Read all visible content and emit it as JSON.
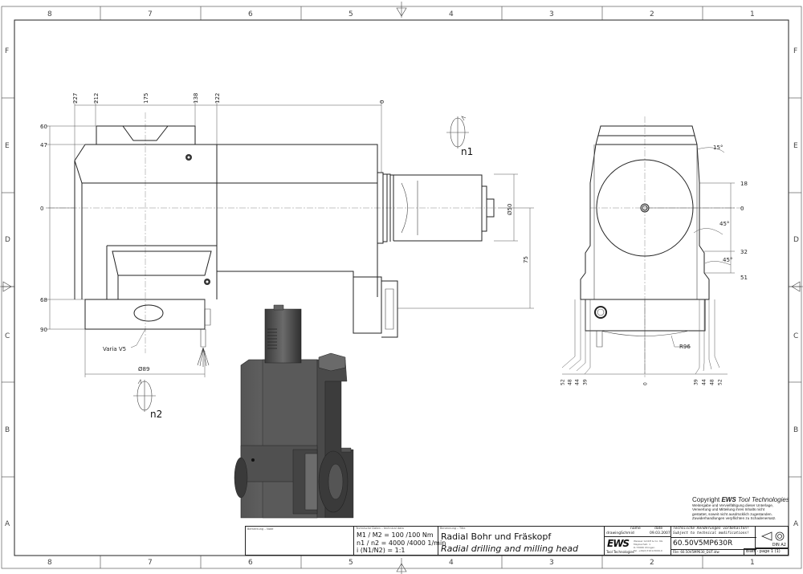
{
  "ruler": {
    "columns": [
      "8",
      "7",
      "6",
      "5",
      "4",
      "3",
      "2",
      "1"
    ],
    "rows": [
      "F",
      "E",
      "D",
      "C",
      "B",
      "A"
    ]
  },
  "front_view": {
    "top_dims": [
      "227",
      "212",
      "175",
      "138",
      "122",
      "0"
    ],
    "left_dims": [
      "60",
      "47",
      "0",
      "68",
      "90"
    ],
    "right_dims": {
      "dia50": "Ø50",
      "d75": "75"
    },
    "varia_label": "Varia V5",
    "dia89": "Ø89",
    "n1": "n1",
    "n2": "n2"
  },
  "side_view": {
    "angles": [
      "15°",
      "45°",
      "45°"
    ],
    "right_dims": [
      "18",
      "0",
      "32",
      "51"
    ],
    "bottom_dims": [
      "52",
      "48",
      "44",
      "39",
      "0",
      "39",
      "44",
      "48",
      "52"
    ],
    "radius": "R96"
  },
  "copyright": {
    "title_prefix": "Copyright ",
    "brand": "EWS",
    "title_suffix": " Tool Technologies",
    "lines": [
      "Weitergabe und Vervielfältigung dieser Unterlage,",
      "Verwertung und Mitteilung ihres Inhalts nicht",
      "gestattet, soweit nicht ausdrücklich zugestanden.",
      "Zuwiderhandlungen verpflichten zu Schadenersatz."
    ]
  },
  "title_block": {
    "note_header": "Bemerkung – Note",
    "tech_header": "Technische Daten – technical data",
    "tech_lines": [
      "M1 / M2 = 100 /100 Nm",
      "n1 / n2 = 4000 /4000  1/min",
      "i  (N1/N2) = 1:1"
    ],
    "title_header": "Benennung – Title",
    "title_de": "Radial Bohr und Fräskopf",
    "title_en": "Radial drilling and milling head",
    "name_header": "name",
    "date_header": "date",
    "drawing_label": "drawing",
    "drawer": "Schmid",
    "date": "09.03.2007",
    "logo": "EWS",
    "logo_sub": "Tool Technologies",
    "address": [
      "Weisser GmbH & Co. KG",
      "Maybachstr. 1",
      "D-73066 Uhingen",
      "Tel. +49(0)7161/3009-0"
    ],
    "notice_de": "Technische Aenderungen vorbehalten!",
    "notice_en": "Subject to technical modifications!",
    "part_no": "60.50V5MP630R",
    "file": "File: 60.50V5MP630_DUT.idw",
    "format": "DIN A2",
    "sheet": "Blatt - page  1 (1)"
  }
}
